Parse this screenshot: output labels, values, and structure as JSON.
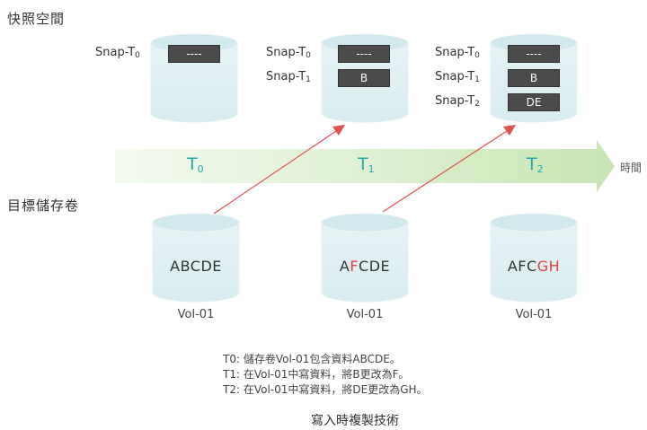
{
  "labels": {
    "snapshot_space": "快照空間",
    "target_volume": "目標儲存卷",
    "time_axis": "時間"
  },
  "snapshots": [
    {
      "name": "snap-T0",
      "rows": [
        {
          "label": "Snap-T",
          "sub": "0",
          "value": "----"
        }
      ]
    },
    {
      "name": "snap-T1",
      "rows": [
        {
          "label": "Snap-T",
          "sub": "0",
          "value": "----"
        },
        {
          "label": "Snap-T",
          "sub": "1",
          "value": "B"
        }
      ]
    },
    {
      "name": "snap-T2",
      "rows": [
        {
          "label": "Snap-T",
          "sub": "0",
          "value": "----"
        },
        {
          "label": "Snap-T",
          "sub": "1",
          "value": "B"
        },
        {
          "label": "Snap-T",
          "sub": "2",
          "value": "DE"
        }
      ]
    }
  ],
  "timeline": [
    {
      "label": "T",
      "sub": "0"
    },
    {
      "label": "T",
      "sub": "1"
    },
    {
      "label": "T",
      "sub": "2"
    }
  ],
  "volumes": [
    {
      "name": "Vol-01",
      "content": [
        {
          "text": "ABCDE",
          "changed": false
        }
      ]
    },
    {
      "name": "Vol-01",
      "content": [
        {
          "text": "A",
          "changed": false
        },
        {
          "text": "F",
          "changed": true
        },
        {
          "text": "CDE",
          "changed": false
        }
      ]
    },
    {
      "name": "Vol-01",
      "content": [
        {
          "text": "AFC",
          "changed": false
        },
        {
          "text": "GH",
          "changed": true
        }
      ]
    }
  ],
  "notes": [
    "T0: 儲存卷Vol-01包含資料ABCDE。",
    "T1: 在Vol-01中寫資料，將B更改為F。",
    "T2: 在Vol-01中寫資料，將DE更改為GH。"
  ],
  "caption": "寫入時複製技術",
  "colors": {
    "arrow_gradient_start": "#f4faf0",
    "arrow_gradient_end": "#c8e6b4",
    "time_label": "#23a7a7",
    "change_red": "#e04040",
    "cylinder_fill": "#e2f1f3",
    "cylinder_top": "#d3eaed",
    "snapshot_box": "#4a4a4a"
  }
}
